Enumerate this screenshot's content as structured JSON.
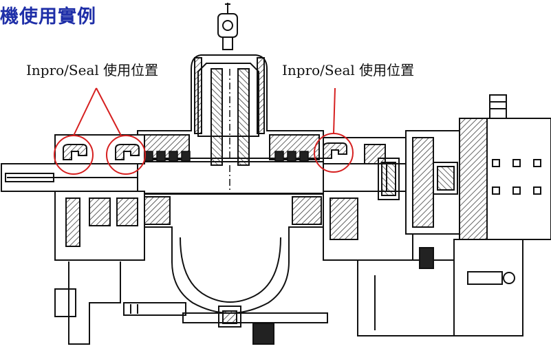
{
  "title": "機使用實例",
  "callouts": {
    "left_label": "Inpro/Seal 使用位置",
    "right_label": "Inpro/Seal 使用位置"
  },
  "colors": {
    "title": "#1f2fa8",
    "callout_circle": "#d62020",
    "drawing_line": "#111111",
    "hatch": "#222222"
  }
}
